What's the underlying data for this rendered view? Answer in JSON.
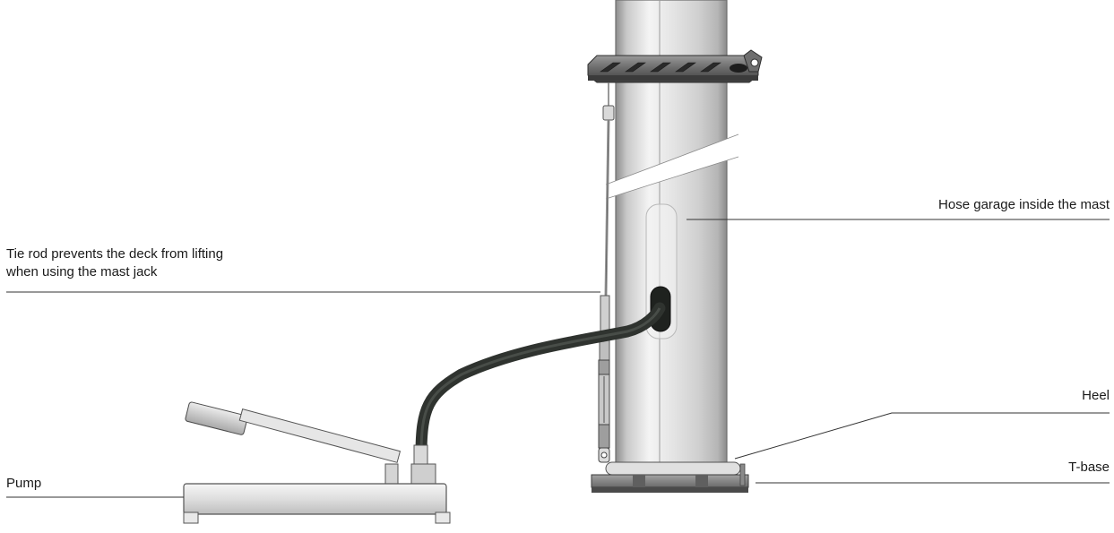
{
  "labels": {
    "tie_rod_line1": "Tie rod prevents the deck from lifting",
    "tie_rod_line2": "when using the mast jack",
    "pump": "Pump",
    "hose_garage": "Hose garage inside the mast",
    "heel": "Heel",
    "t_base": "T-base"
  },
  "colors": {
    "hose": "#2f332f",
    "steel_dark": "#4a4a4a",
    "leader_line": "#333333"
  }
}
